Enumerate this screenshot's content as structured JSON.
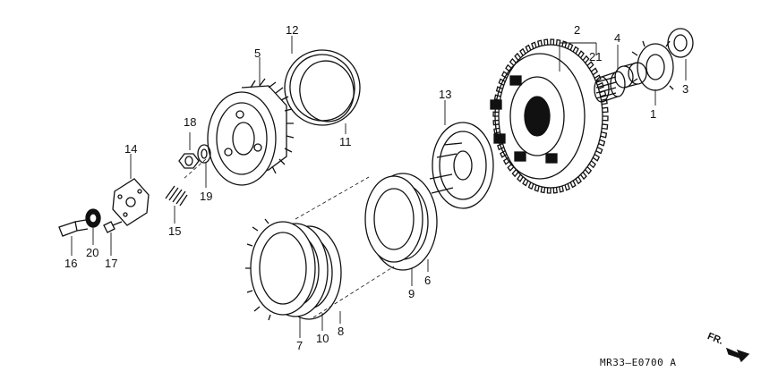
{
  "labels": {
    "n1": "1",
    "n2": "2",
    "n3": "3",
    "n4": "4",
    "n5": "5",
    "n6": "6",
    "n7": "7",
    "n8": "8",
    "n9": "9",
    "n10": "10",
    "n11": "11",
    "n12": "12",
    "n13": "13",
    "n14": "14",
    "n15": "15",
    "n16": "16",
    "n17": "17",
    "n18": "18",
    "n19": "19",
    "n20": "20",
    "n21": "21"
  },
  "diagram_code": "MR33—E0700 A",
  "direction_label": "FR.",
  "colors": {
    "ink": "#111111",
    "paper": "#ffffff"
  }
}
